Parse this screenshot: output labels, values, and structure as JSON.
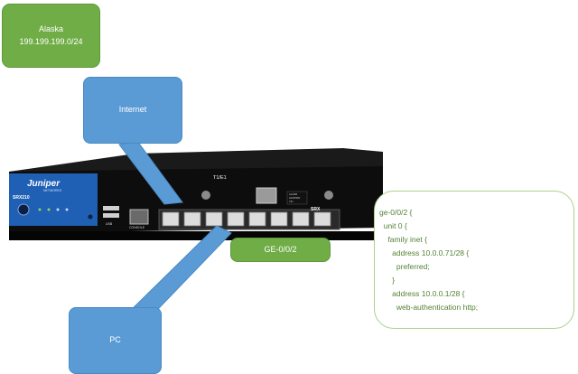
{
  "nodes": {
    "alaska_title": "Alaska",
    "alaska_subnet": "199.199.199.0/24",
    "internet": "Internet",
    "pc": "PC",
    "interface_label": "GE-0/0/2"
  },
  "device": {
    "brand": "Juniper",
    "brand_sub": "NETWORKS",
    "model": "SRX210",
    "slot_label": "T1/E1",
    "product": "SRX",
    "usb_label": "USB",
    "console_label": "CONSOLE",
    "alarm_labels": [
      "ALARM",
      "HA/SPRIN",
      "VIO"
    ]
  },
  "config_lines": [
    "ge-0/0/2 {",
    "  unit 0 {",
    "    family inet {",
    "      address 10.0.0.71/28 {",
    "        preferred;",
    "      }",
    "      address 10.0.0.1/28 {",
    "        web-authentication http;"
  ],
  "colors": {
    "green_box": "#70ad47",
    "blue_box": "#5b9bd5",
    "config_text": "#548235",
    "juniper_blue": "#1f5fb4"
  }
}
